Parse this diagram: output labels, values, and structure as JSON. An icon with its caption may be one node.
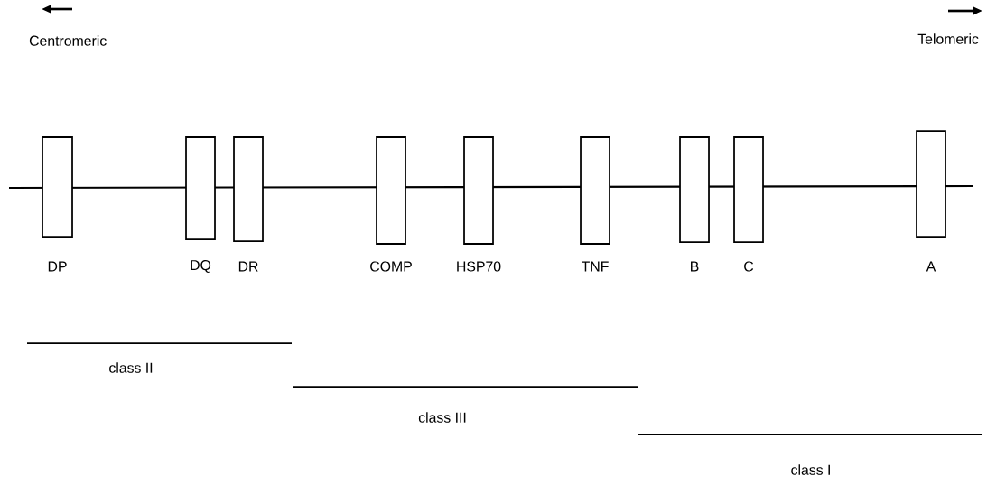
{
  "diagram": {
    "nodes": [
      {
        "text": [
          "DP"
        ]
      },
      {
        "text": [
          "DQ"
        ]
      },
      {
        "text": [
          "DR"
        ]
      },
      {
        "text": [
          "COMP"
        ]
      },
      {
        "text": [
          "HSP70"
        ]
      },
      {
        "text": [
          "TNF"
        ]
      },
      {
        "text": [
          "B"
        ]
      },
      {
        "text": [
          "C"
        ]
      },
      {
        "text": [
          "A"
        ]
      }
    ],
    "edges": [],
    "labels": [
      "Centromeric",
      "Telomeric",
      "class II",
      "class III",
      "class I"
    ]
  }
}
